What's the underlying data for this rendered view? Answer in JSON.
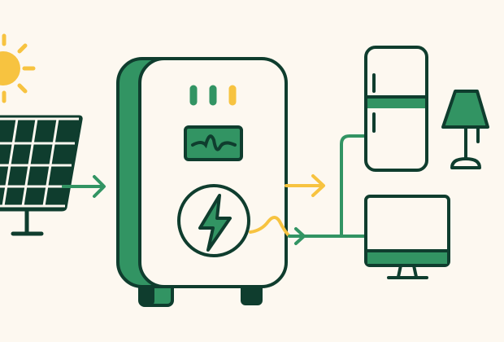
{
  "colors": {
    "background": "#fdf8f0",
    "outline": "#0f3d2e",
    "green": "#329463",
    "yellow": "#f7c340",
    "panel": "#0f3d2e",
    "body": "#fdf8f0"
  },
  "icons": [
    "sun-icon",
    "solar-panel-icon",
    "power-station-icon",
    "lightning-bolt-icon",
    "waveform-icon",
    "refrigerator-icon",
    "lamp-icon",
    "monitor-icon"
  ],
  "indicator_lights": [
    "green",
    "green",
    "yellow"
  ]
}
